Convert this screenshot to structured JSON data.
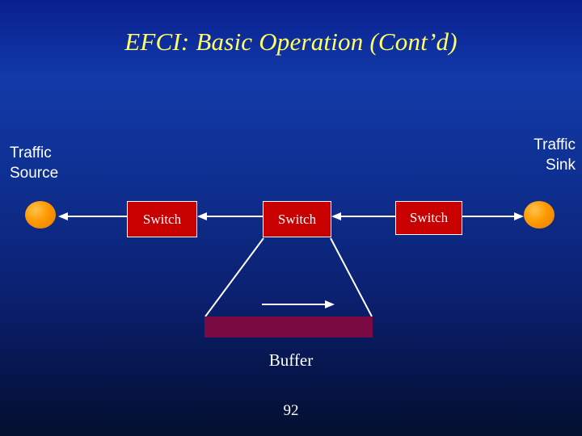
{
  "slide": {
    "title": "EFCI: Basic Operation (Cont’d)",
    "page_number": "92",
    "background_color": "#0b2070",
    "title_color": "#ffff66"
  },
  "diagram": {
    "endpoints": [
      {
        "name": "traffic-source",
        "label": "Traffic\nSource",
        "node_color": "#ff9900"
      },
      {
        "name": "traffic-sink",
        "label": "Traffic\nSink",
        "node_color": "#ff9900"
      }
    ],
    "source_label_line1": "Traffic",
    "source_label_line2": "Source",
    "sink_label_line1": "Traffic",
    "sink_label_line2": "Sink",
    "switches": [
      {
        "label": "Switch"
      },
      {
        "label": "Switch"
      },
      {
        "label": "Switch"
      }
    ],
    "switch_fill": "#c80000",
    "switch_border": "#ffffff",
    "buffer": {
      "label": "Buffer",
      "fill": "#7a0b42"
    },
    "connectors": [
      {
        "name": "source-to-switch1",
        "direction": "left"
      },
      {
        "name": "switch1-to-switch2",
        "direction": "left"
      },
      {
        "name": "switch2-to-switch3",
        "direction": "left"
      },
      {
        "name": "switch3-to-sink",
        "direction": "right"
      },
      {
        "name": "buffer-fill-arrow",
        "direction": "right"
      }
    ],
    "connector_color": "#ffffff",
    "funnel_color": "#ffffff"
  }
}
